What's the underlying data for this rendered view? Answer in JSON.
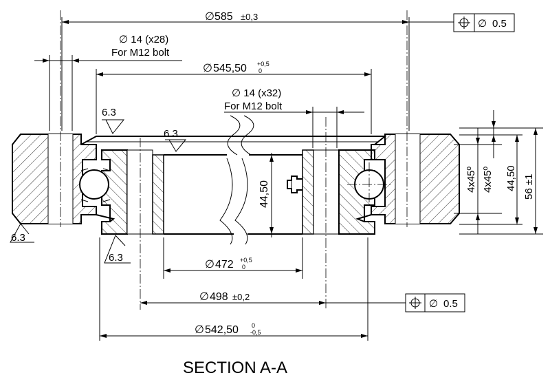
{
  "title": "SECTION A-A",
  "dimensions": {
    "d585": {
      "symbol": "∅",
      "value": "585",
      "tol": "±0,3"
    },
    "d545": {
      "symbol": "∅",
      "value": "545,50",
      "tol_upper": "+0,5",
      "tol_lower": "0"
    },
    "d472": {
      "symbol": "∅",
      "value": "472",
      "tol_upper": "+0,5",
      "tol_lower": "0"
    },
    "d498": {
      "symbol": "∅",
      "value": "498",
      "tol": "±0,2"
    },
    "d542": {
      "symbol": "∅",
      "value": "542,50",
      "tol_upper": "0",
      "tol_lower": "-0,5"
    },
    "h44_inner": "44,50",
    "h44_right": "44,50",
    "h56": "56 ±1",
    "chamfer1": "4x45º",
    "chamfer2": "4x45º"
  },
  "holes": {
    "outer": {
      "line1": "∅ 14 (x28)",
      "line2": "For M12 bolt"
    },
    "inner": {
      "line1": "∅ 14 (x32)",
      "line2": "For M12 bolt"
    }
  },
  "roughness": [
    "6.3",
    "6.3",
    "6.3",
    "6.3"
  ],
  "position_tolerance": {
    "top": {
      "symbol": "⌖",
      "diameter": "∅",
      "value": "0.5"
    },
    "bottom": {
      "symbol": "⌖",
      "diameter": "∅",
      "value": "0.5"
    }
  }
}
